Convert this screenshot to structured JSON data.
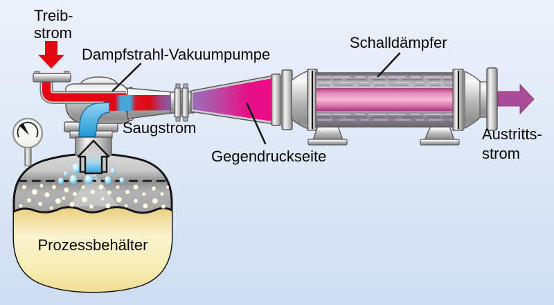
{
  "figure": {
    "labels": {
      "treib_line1": "Treib-",
      "treib_line2": "strom",
      "pump_label": "Dampfstrahl-Vakuumpumpe",
      "suction_label": "Saugstrom",
      "backpressure_label": "Gegendruckseite",
      "silencer_label": "Schalldämpfer",
      "outlet_line1": "Austritts-",
      "outlet_line2": "strom",
      "vessel_label": "Prozessbehälter"
    },
    "flows": [
      {
        "name": "Treibstrom",
        "direction": "down",
        "color": "#e30613"
      },
      {
        "name": "Saugstrom",
        "direction": "up",
        "color": "#36a9e1"
      },
      {
        "name": "Austrittsstrom",
        "direction": "right",
        "color": "#ab4c99"
      }
    ],
    "colors": {
      "background_top": "#ecf0fa",
      "background_bottom": "#cdddf1",
      "motive_steam_red": "#e30613",
      "suction_blue": "#36a9e1",
      "discharge_magenta": "#e5118a",
      "outlet_arrow_purple": "#ab4c99",
      "vessel_liquid_yellow": "#f2e098"
    }
  }
}
